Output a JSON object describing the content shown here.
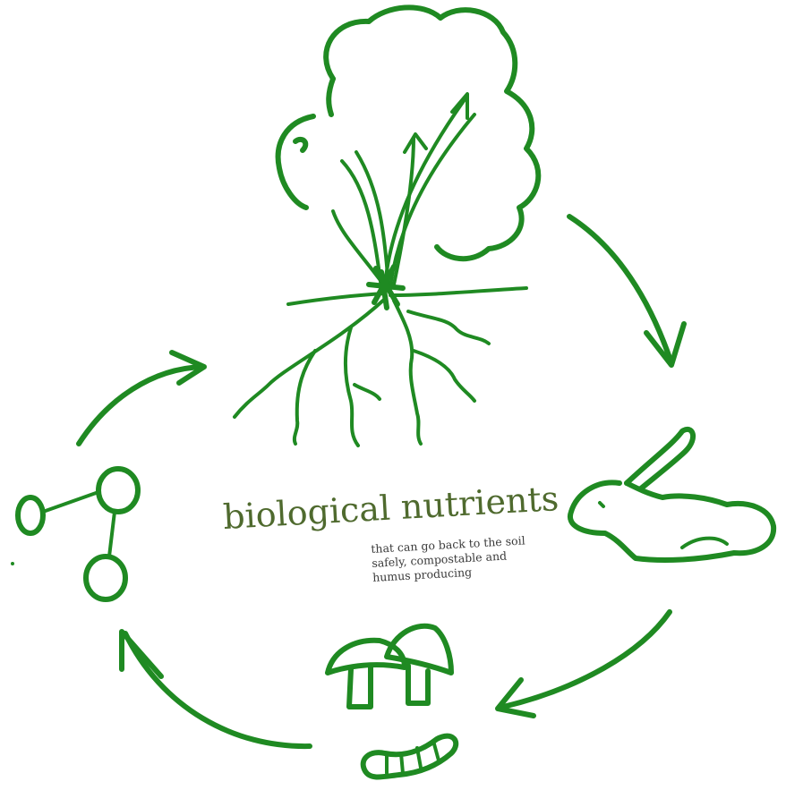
{
  "title": "biological nutrients",
  "subtitle_lines": [
    "that can go back to the soil",
    "safely, compostable and",
    "humus producing"
  ],
  "ink_color": "#1f8a22",
  "title_color": "#4f6a2e",
  "icons": [
    "tree-icon",
    "rabbit-icon",
    "mushroom-icon",
    "worm-icon",
    "molecule-icon"
  ]
}
